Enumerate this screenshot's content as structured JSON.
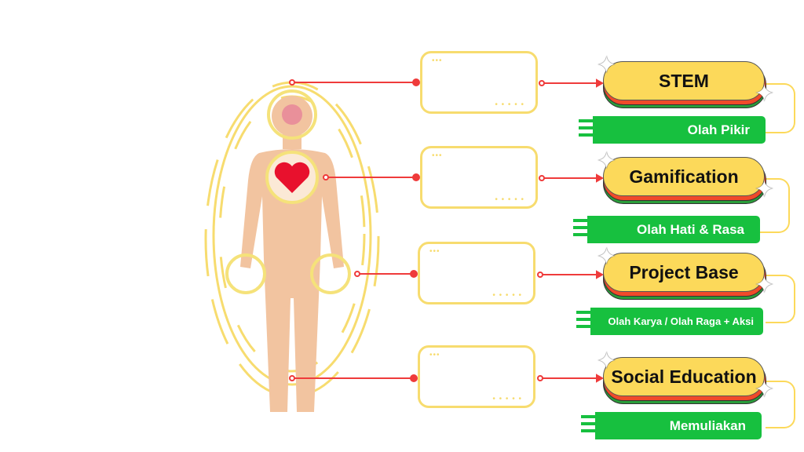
{
  "rows": [
    {
      "title": "STEM",
      "subtitle": "Olah Pikir"
    },
    {
      "title": "Gamification",
      "subtitle": "Olah Hati & Rasa"
    },
    {
      "title": "Project Base",
      "subtitle": "Olah Karya / Olah Raga + Aksi"
    },
    {
      "title": "Social Education",
      "subtitle": "Memuliakan"
    }
  ],
  "colors": {
    "yellow": "#fcd95a",
    "green": "#17c03f",
    "red": "#ef3b3b",
    "skin": "#f2c4a0"
  }
}
